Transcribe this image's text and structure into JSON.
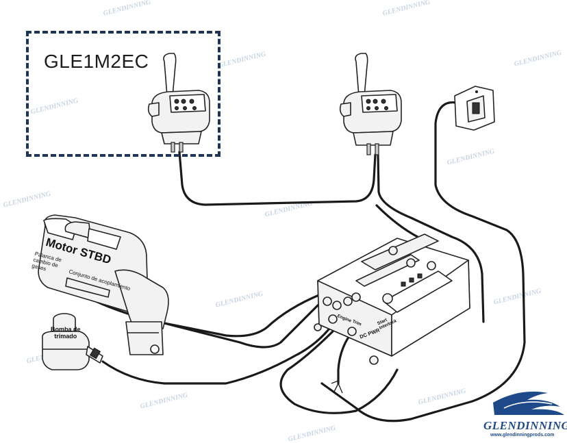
{
  "model_label": "GLE1M2EC",
  "motor": {
    "label": "Motor STBD",
    "shift_cable_label": "Palanca de\ncambio de\ngases",
    "console_label": "Conjunto de acoplamiento"
  },
  "trim_pump": {
    "label": "Bomba de\ntrimado"
  },
  "terminals": {
    "engine": "Engine",
    "trim": "Trim",
    "start_interlock": "Start\nInterlock",
    "dc_power": "DC PWR"
  },
  "brand": {
    "name": "GLENDINNING",
    "url": "www.glendinningprods.com",
    "color": "#1f4a8a"
  },
  "watermark_text": "GLENDINNING",
  "colors": {
    "dashed_border": "#1e3556",
    "brand_blue": "#1f4a8a",
    "watermark": "#c6d3e4"
  }
}
